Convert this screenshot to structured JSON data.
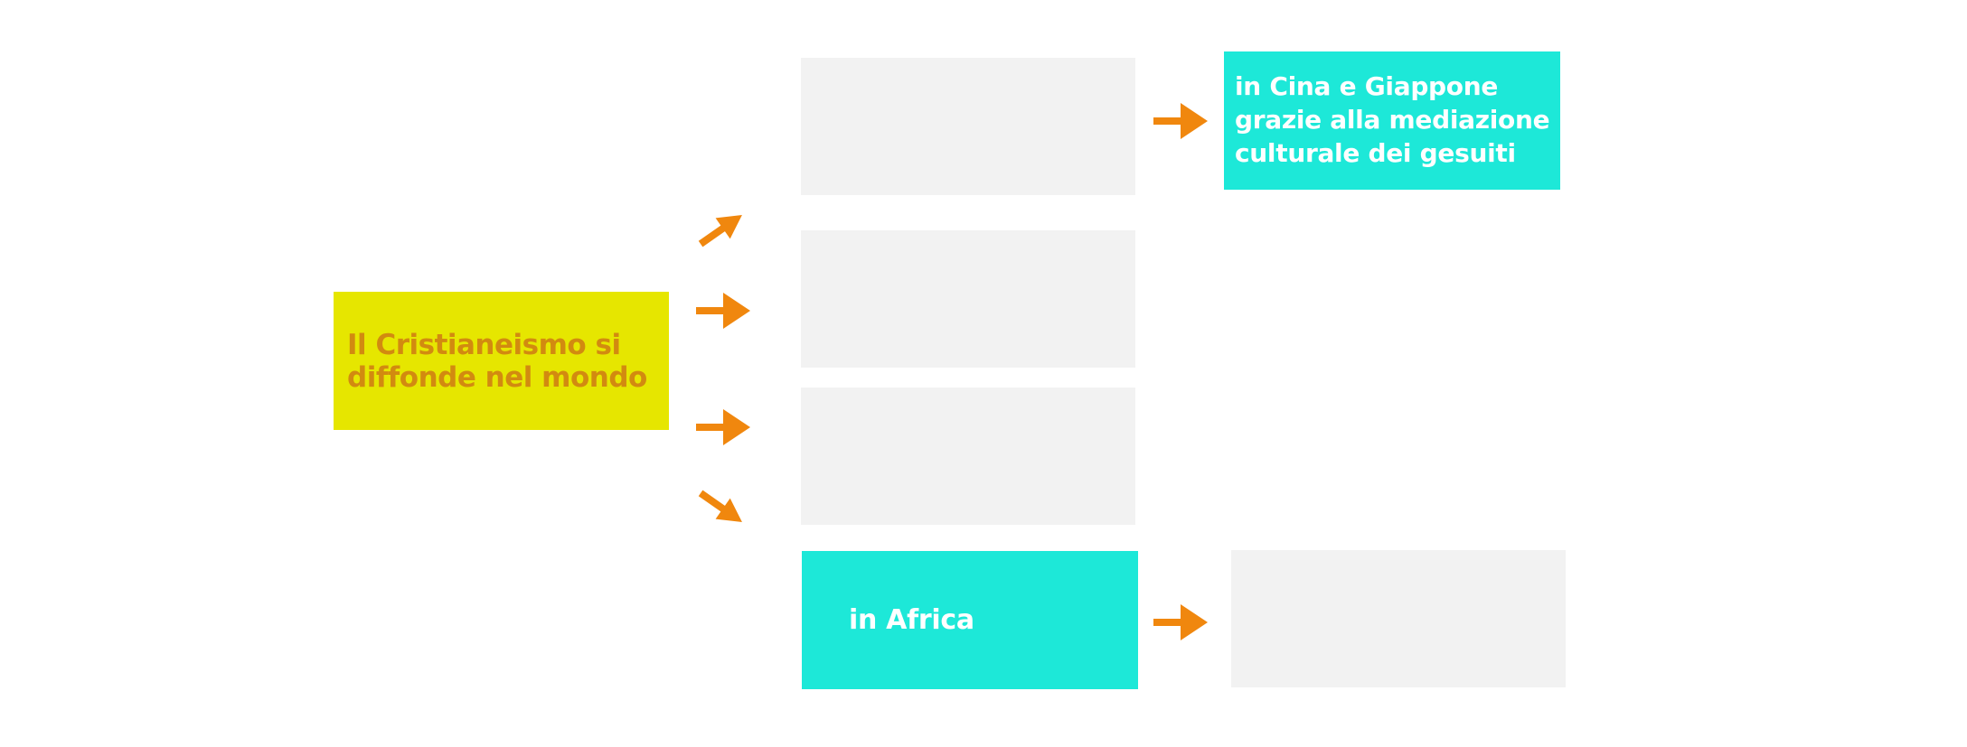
{
  "diagram": {
    "root": {
      "label": "Il Cristianeismo si\ndiffonde nel mondo"
    },
    "branches": [
      {
        "label": "",
        "next": {
          "label": "in Cina e Giappone\ngrazie alla mediazione\nculturale dei gesuiti"
        }
      },
      {
        "label": ""
      },
      {
        "label": ""
      },
      {
        "label": "in Africa",
        "next": {
          "label": ""
        }
      }
    ]
  },
  "colors": {
    "arrow": "#f0870e",
    "root_fill": "#e6e600",
    "root_text": "#d28a10",
    "highlight_fill": "#1de8d8",
    "empty_fill": "#f2f2f2"
  }
}
